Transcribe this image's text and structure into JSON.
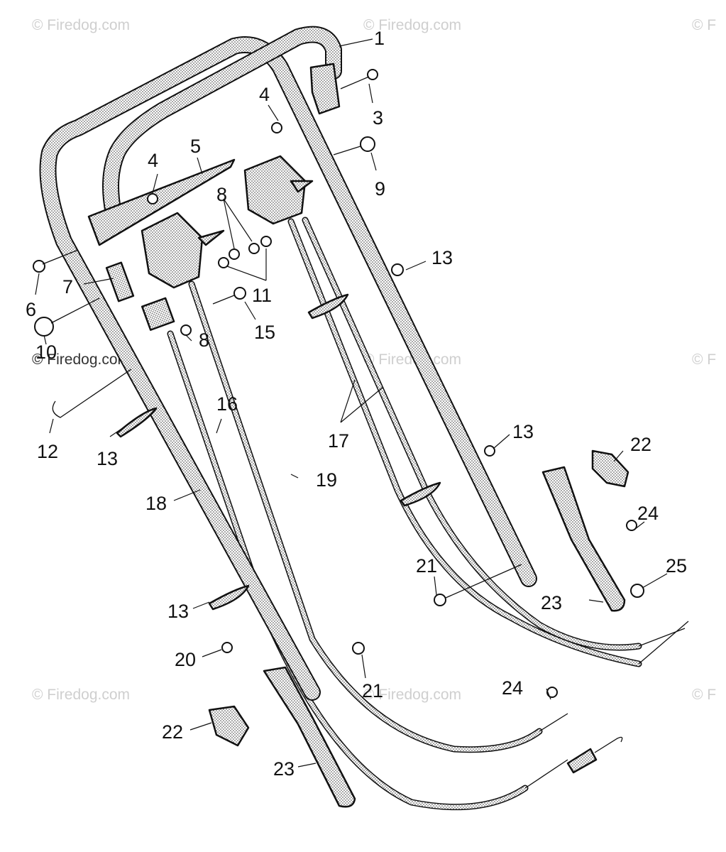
{
  "watermarks": [
    "© Firedog.com",
    "© Firedog.com",
    "© F",
    "© Firedog.com",
    "© Firedog.com",
    "© F",
    "© Firedog.com",
    "© Firedog.com",
    "© F"
  ],
  "callouts": [
    "1",
    "3",
    "4",
    "4",
    "5",
    "9",
    "8",
    "6",
    "7",
    "11",
    "13",
    "15",
    "10",
    "8",
    "12",
    "16",
    "17",
    "13",
    "13",
    "22",
    "19",
    "18",
    "24",
    "21",
    "25",
    "23",
    "13",
    "20",
    "21",
    "24",
    "22",
    "23"
  ]
}
